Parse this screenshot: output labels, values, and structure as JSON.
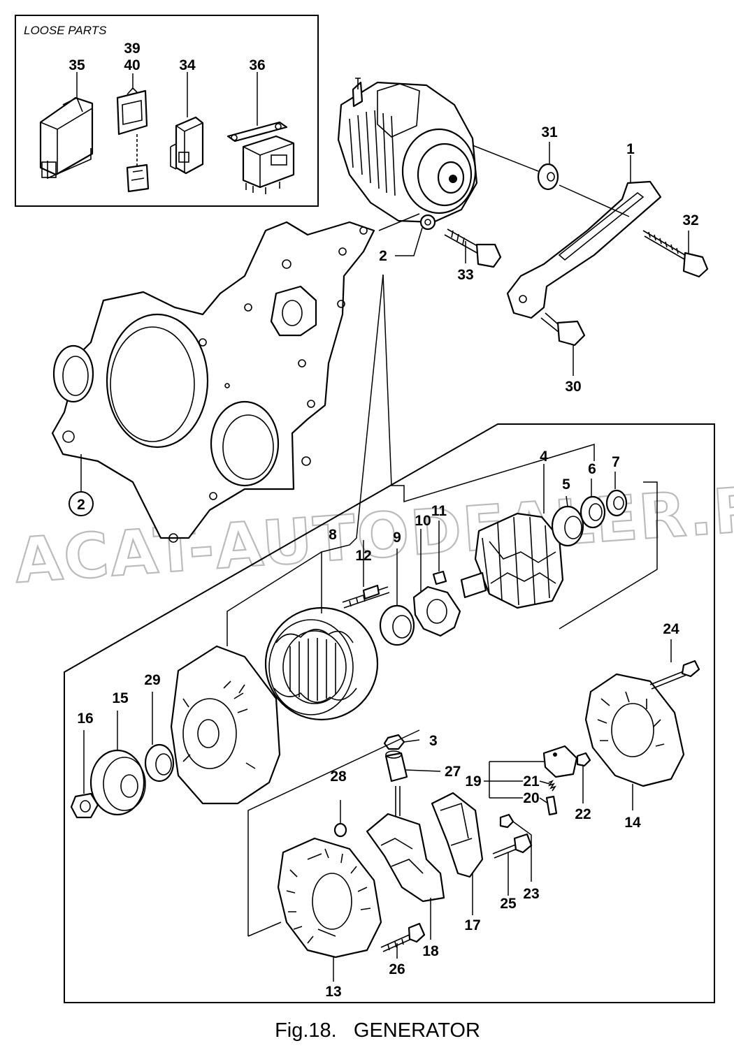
{
  "loose_parts_title": "LOOSE PARTS",
  "caption": "Fig.18.   GENERATOR",
  "watermark": "ACAT-AUTODEALER.RU",
  "callouts": {
    "p35": "35",
    "p39": "39",
    "p40": "40",
    "p34": "34",
    "p36": "36",
    "p31": "31",
    "p1": "1",
    "p32": "32",
    "p2a": "2",
    "p33": "33",
    "p30": "30",
    "p2b": "2",
    "p4": "4",
    "p5": "5",
    "p6": "6",
    "p7": "7",
    "p8": "8",
    "p9": "9",
    "p10": "10",
    "p11": "11",
    "p12": "12",
    "p24": "24",
    "p29": "29",
    "p15": "15",
    "p16": "16",
    "p3": "3",
    "p27": "27",
    "p28": "28",
    "p19": "19",
    "p21": "21",
    "p20": "20",
    "p22": "22",
    "p14": "14",
    "p23": "23",
    "p25": "25",
    "p17": "17",
    "p18": "18",
    "p26": "26",
    "p13": "13"
  }
}
